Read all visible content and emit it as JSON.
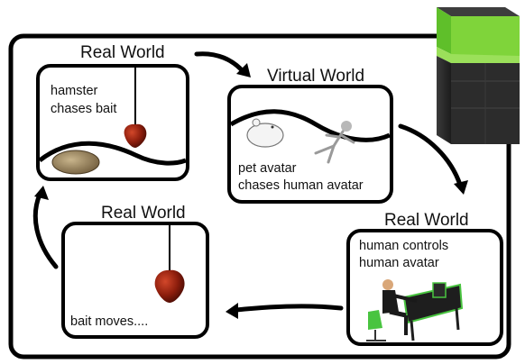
{
  "panels": {
    "top_left": {
      "title": "Real World",
      "text_line1": "hamster",
      "text_line2": "chases bait"
    },
    "top_middle": {
      "title": "Virtual World",
      "text_line1": "pet avatar",
      "text_line2": "chases human avatar"
    },
    "bottom_right": {
      "title": "Real World",
      "text_line1": "human controls",
      "text_line2": "human avatar"
    },
    "bottom_left": {
      "title": "Real World",
      "text_line1": "bait moves...."
    }
  },
  "colors": {
    "frame": "#000000",
    "bait": "#8c1d0c",
    "enclosure_green": "#7fd43a",
    "enclosure_body": "#2e2e2e",
    "desk_green": "#49c440",
    "hamster": "#9a8560"
  },
  "icons": [
    "cycle-arrow-icon",
    "bait-icon",
    "hamster-icon",
    "pet-avatar-icon",
    "human-avatar-icon",
    "human-at-computer-icon",
    "enclosure-icon"
  ]
}
